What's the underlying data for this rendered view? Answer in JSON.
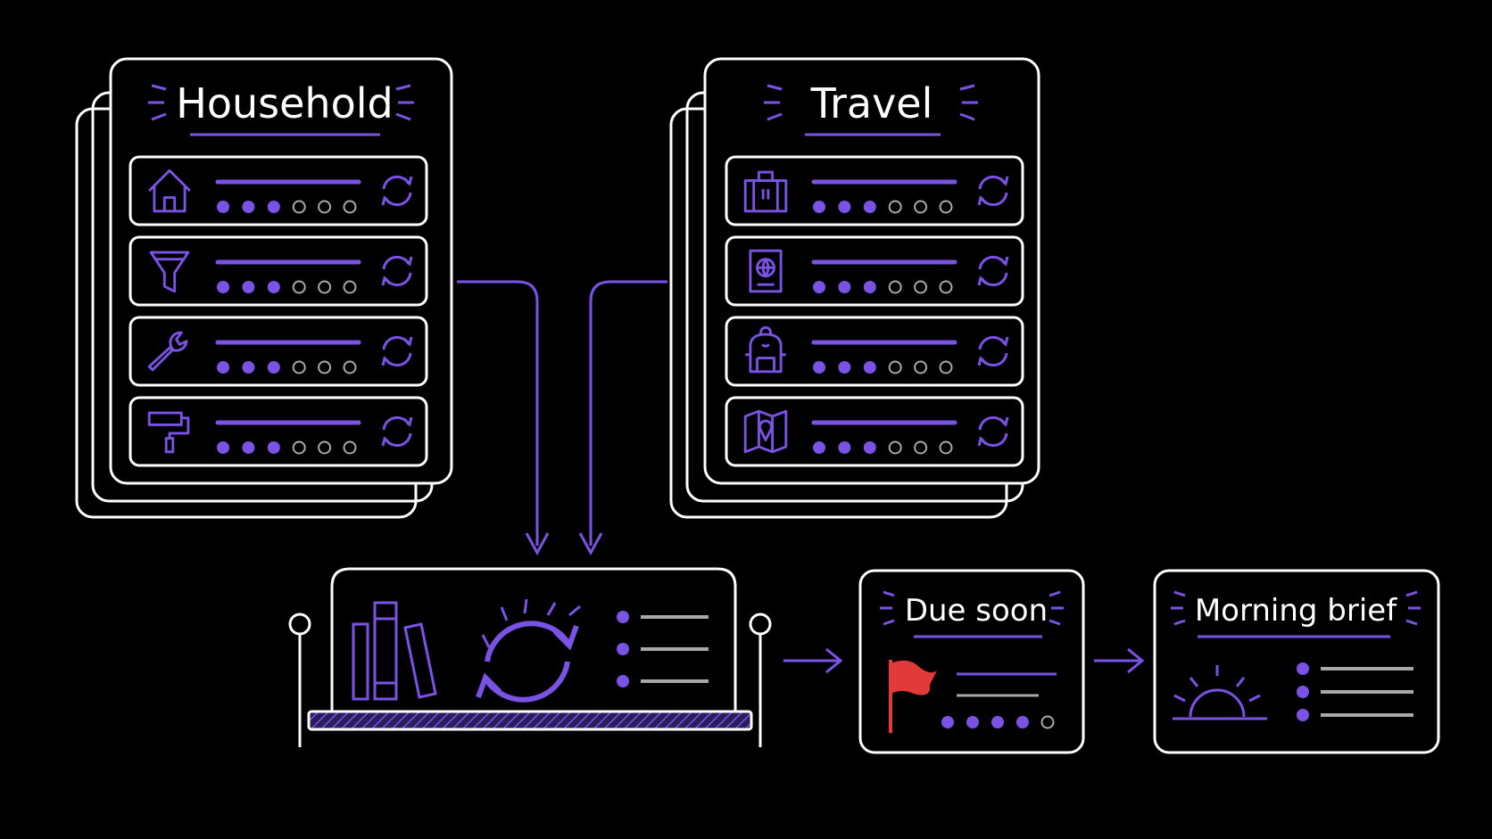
{
  "colors": {
    "background": "#000000",
    "outline": "#ffffff",
    "accent": "#7b52e6",
    "muted": "#a9a9a9",
    "flag": "#e23a3a"
  },
  "household": {
    "title": "Household",
    "items": [
      {
        "icon": "house-icon",
        "filled_dots": 3,
        "total_dots": 6
      },
      {
        "icon": "funnel-icon",
        "filled_dots": 3,
        "total_dots": 6
      },
      {
        "icon": "wrench-icon",
        "filled_dots": 3,
        "total_dots": 6
      },
      {
        "icon": "paint-roller-icon",
        "filled_dots": 3,
        "total_dots": 6
      }
    ]
  },
  "travel": {
    "title": "Travel",
    "items": [
      {
        "icon": "suitcase-icon",
        "filled_dots": 3,
        "total_dots": 6
      },
      {
        "icon": "passport-icon",
        "filled_dots": 3,
        "total_dots": 6
      },
      {
        "icon": "backpack-icon",
        "filled_dots": 3,
        "total_dots": 6
      },
      {
        "icon": "map-pin-icon",
        "filled_dots": 3,
        "total_dots": 6
      }
    ]
  },
  "shelf": {
    "icons": [
      "books-icon",
      "sync-icon"
    ],
    "list_rows": 3
  },
  "due_soon": {
    "title": "Due soon",
    "icon": "flag-icon",
    "filled_dots": 4,
    "total_dots": 5
  },
  "morning_brief": {
    "title": "Morning brief",
    "icon": "sunrise-icon",
    "list_rows": 3
  }
}
